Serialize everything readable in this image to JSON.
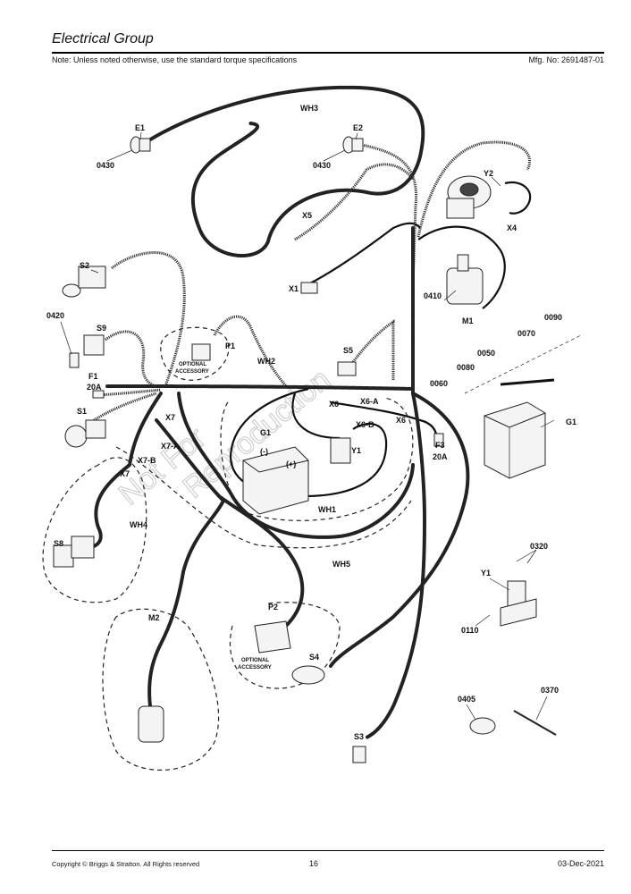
{
  "header": {
    "title": "Electrical Group",
    "note": "Note: Unless noted otherwise, use the standard torque specifications",
    "mfg_no": "Mfg. No: 2691487-01"
  },
  "footer": {
    "copyright": "Copyright © Briggs & Stratton. All Rights reserved",
    "page": "16",
    "date": "03-Dec-2021"
  },
  "watermark": [
    "Not For",
    "Reproduction"
  ],
  "callouts": {
    "wh3": "WH3",
    "e1": "E1",
    "e2": "E2",
    "p0430_a": "0430",
    "p0430_b": "0430",
    "y2": "Y2",
    "x4": "X4",
    "x5": "X5",
    "x1": "X1",
    "s2": "S2",
    "p0410": "0410",
    "m1": "M1",
    "p0420": "0420",
    "s9": "S9",
    "p1": "P1",
    "wh2": "WH2",
    "s5": "S5",
    "p0090": "0090",
    "p0070": "0070",
    "p0050": "0050",
    "p0080": "0080",
    "p0060": "0060",
    "f1": "F1",
    "f1_amp": "20A",
    "x6_a": "X6",
    "x6a": "X6-A",
    "x6b": "X6-B",
    "x6_b": "X6",
    "s1": "S1",
    "x7_a": "X7",
    "g1_a": "G1",
    "minus": "(-)",
    "plus": "(+)",
    "y1_a": "Y1",
    "f3": "F3",
    "f3_amp": "20A",
    "g1_b": "G1",
    "x7a": "X7-A",
    "x7b": "X7-B",
    "x7_b": "X7",
    "wh1": "WH1",
    "wh4": "WH4",
    "s8": "S8",
    "wh5": "WH5",
    "p0320": "0320",
    "y1_b": "Y1",
    "m2": "M2",
    "p2": "P2",
    "p0110": "0110",
    "s4": "S4",
    "p0405": "0405",
    "p0370": "0370",
    "s3": "S3"
  },
  "notes": {
    "optional_accessory_1a": "OPTIONAL",
    "optional_accessory_1b": "ACCESSORY",
    "optional_accessory_2a": "OPTIONAL",
    "optional_accessory_2b": "ACCESSORY"
  }
}
